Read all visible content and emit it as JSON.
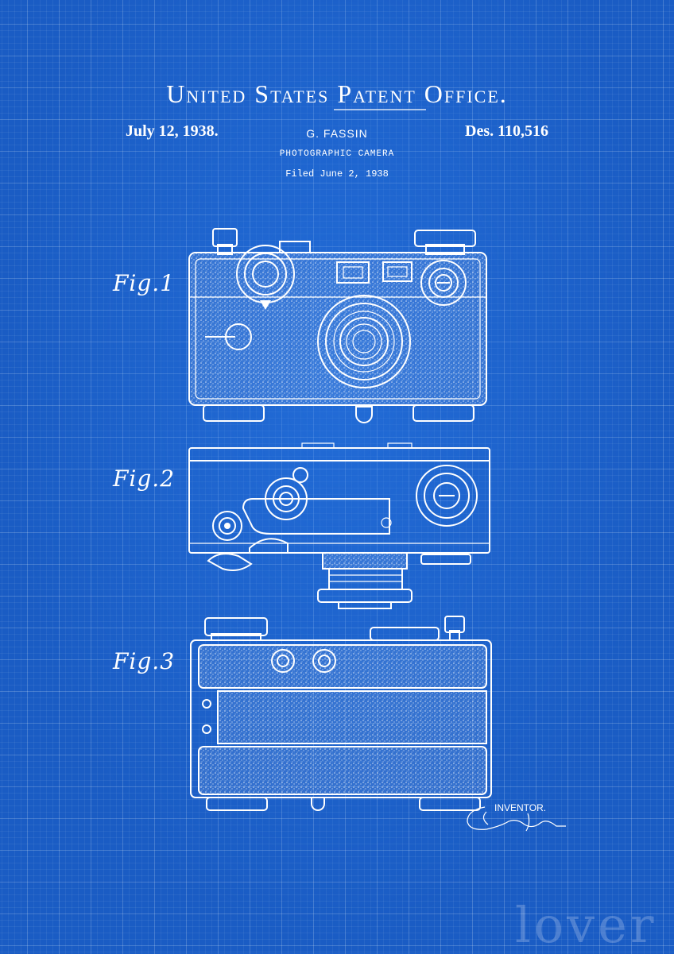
{
  "header": {
    "title": "United States Patent Office.",
    "date": "July 12, 1938.",
    "inventor": "G. FASSIN",
    "designation": "Des. 110,516",
    "subject": "PHOTOGRAPHIC CAMERA",
    "filed": "Filed June 2, 1938"
  },
  "figures": [
    {
      "label": "Fig.1"
    },
    {
      "label": "Fig.2"
    },
    {
      "label": "Fig.3"
    }
  ],
  "signature": {
    "label": "INVENTOR."
  },
  "watermark": "lover",
  "colors": {
    "background": "#1a5cc4",
    "lines": "#ffffff"
  }
}
